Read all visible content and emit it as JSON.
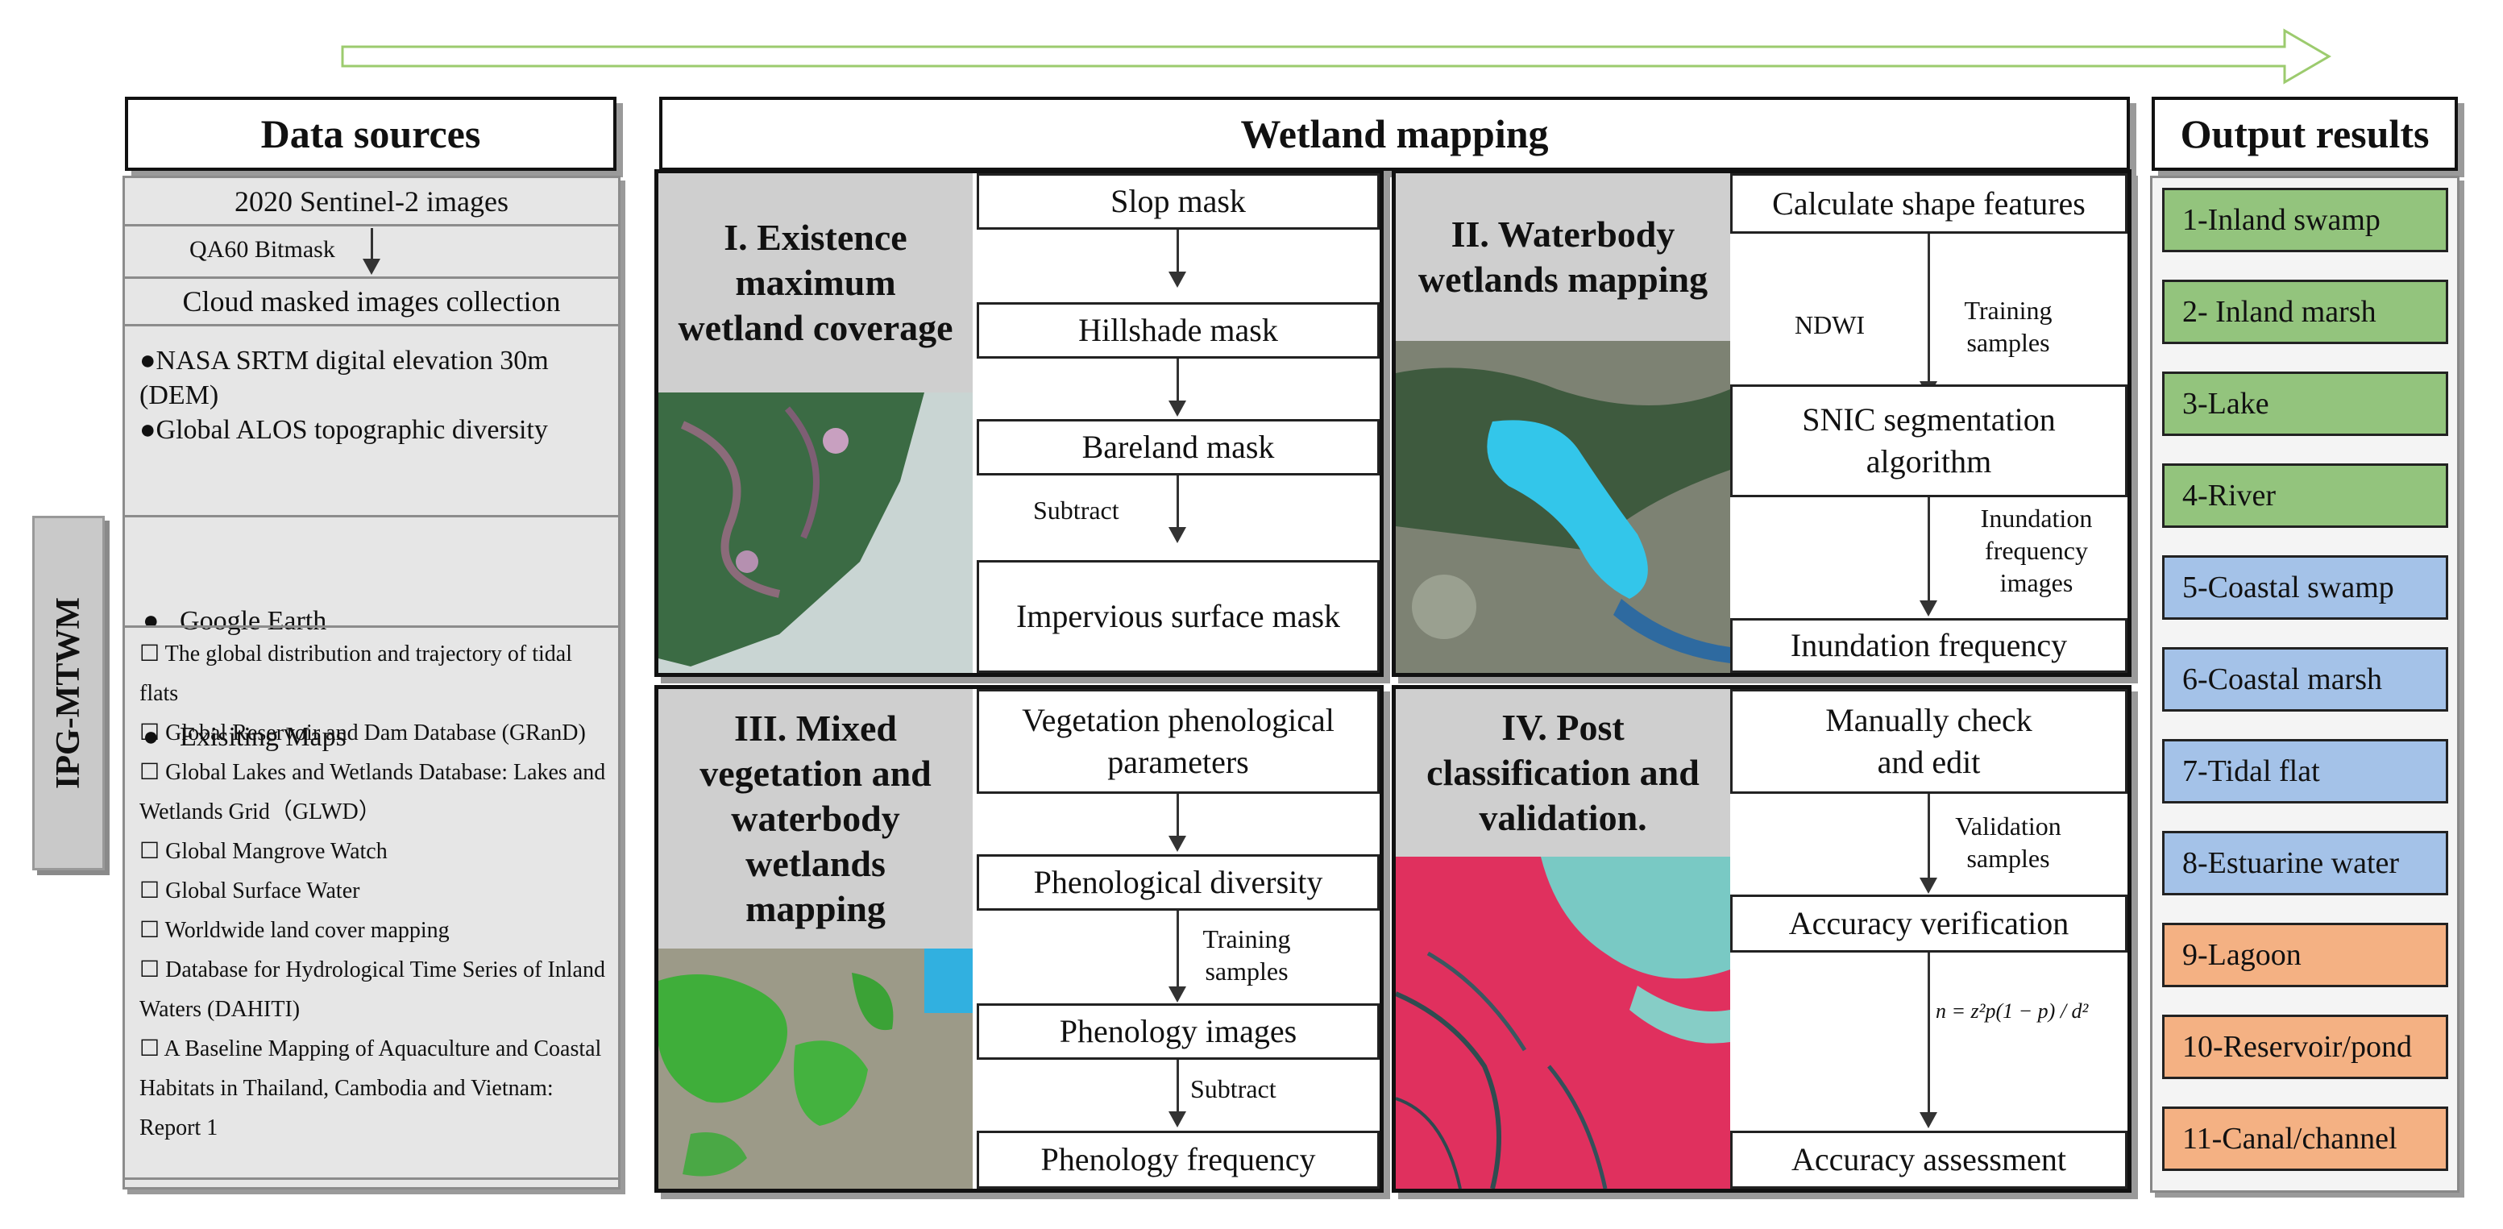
{
  "colors": {
    "output_green": "#93c47d",
    "output_blue": "#a4c2e8",
    "output_orange": "#f4b183",
    "source_gray": "#e6e6e6",
    "panel_title_gray": "#cfcfcf",
    "top_arrow": "#9ccb6e"
  },
  "side_label": "IPG-MTWM",
  "data_sources": {
    "title": "Data sources",
    "sentinel": "2020 Sentinel-2 images",
    "bitmask": "QA60 Bitmask",
    "cloud_masked": "Cloud masked images collection",
    "terrain": [
      "●NASA SRTM digital elevation 30m (DEM)",
      "●Global ALOS topographic diversity"
    ],
    "references": [
      "●   Google Earth",
      "●   Exisiting Maps"
    ],
    "databases": [
      "☐ The global distribution and trajectory of tidal flats",
      "☐ Global Reservoir and Dam Database (GRanD)",
      "☐ Global Lakes and Wetlands Database: Lakes and Wetlands Grid（GLWD）",
      "☐ Global Mangrove Watch",
      "☐ Global Surface Water",
      "☐ Worldwide land cover mapping",
      "☐ Database for Hydrological Time Series of Inland Waters (DAHITI)",
      "☐ A Baseline Mapping of Aquaculture and Coastal Habitats in Thailand, Cambodia and Vietnam: Report 1"
    ]
  },
  "wetland_mapping": {
    "title": "Wetland mapping",
    "panel1": {
      "title": "I. Existence maximum wetland coverage",
      "steps": [
        "Slop mask",
        "Hillshade mask",
        "Bareland mask",
        "Impervious surface mask"
      ],
      "subtract": "Subtract"
    },
    "panel2": {
      "title": "II. Waterbody wetlands mapping",
      "steps": [
        "Calculate shape features",
        "SNIC segmentation algorithm",
        "Inundation frequency"
      ],
      "ndwi": "NDWI",
      "training": "Training samples",
      "inundation_images": "Inundation frequency images"
    },
    "panel3": {
      "title": "III. Mixed vegetation and waterbody wetlands mapping",
      "steps": [
        "Vegetation phenological parameters",
        "Phenological diversity",
        "Phenology images",
        "Phenology frequency"
      ],
      "training": "Training samples",
      "subtract": "Subtract"
    },
    "panel4": {
      "title": "IV. Post classification and validation.",
      "steps": [
        "Manually check and edit",
        "Accuracy verification",
        "Accuracy assessment"
      ],
      "validation": "Validation samples",
      "formula": "n = z²p(1 − p) / d²"
    }
  },
  "output_results": {
    "title": "Output results",
    "items": [
      {
        "label": "1-Inland swamp",
        "group": "green"
      },
      {
        "label": "2- Inland marsh",
        "group": "green"
      },
      {
        "label": "3-Lake",
        "group": "green"
      },
      {
        "label": "4-River",
        "group": "green"
      },
      {
        "label": "5-Coastal swamp",
        "group": "blue"
      },
      {
        "label": "6-Coastal marsh",
        "group": "blue"
      },
      {
        "label": "7-Tidal flat",
        "group": "blue"
      },
      {
        "label": "8-Estuarine water",
        "group": "blue"
      },
      {
        "label": "9-Lagoon",
        "group": "orange"
      },
      {
        "label": "10-Reservoir/pond",
        "group": "orange"
      },
      {
        "label": "11-Canal/channel",
        "group": "orange"
      }
    ]
  }
}
